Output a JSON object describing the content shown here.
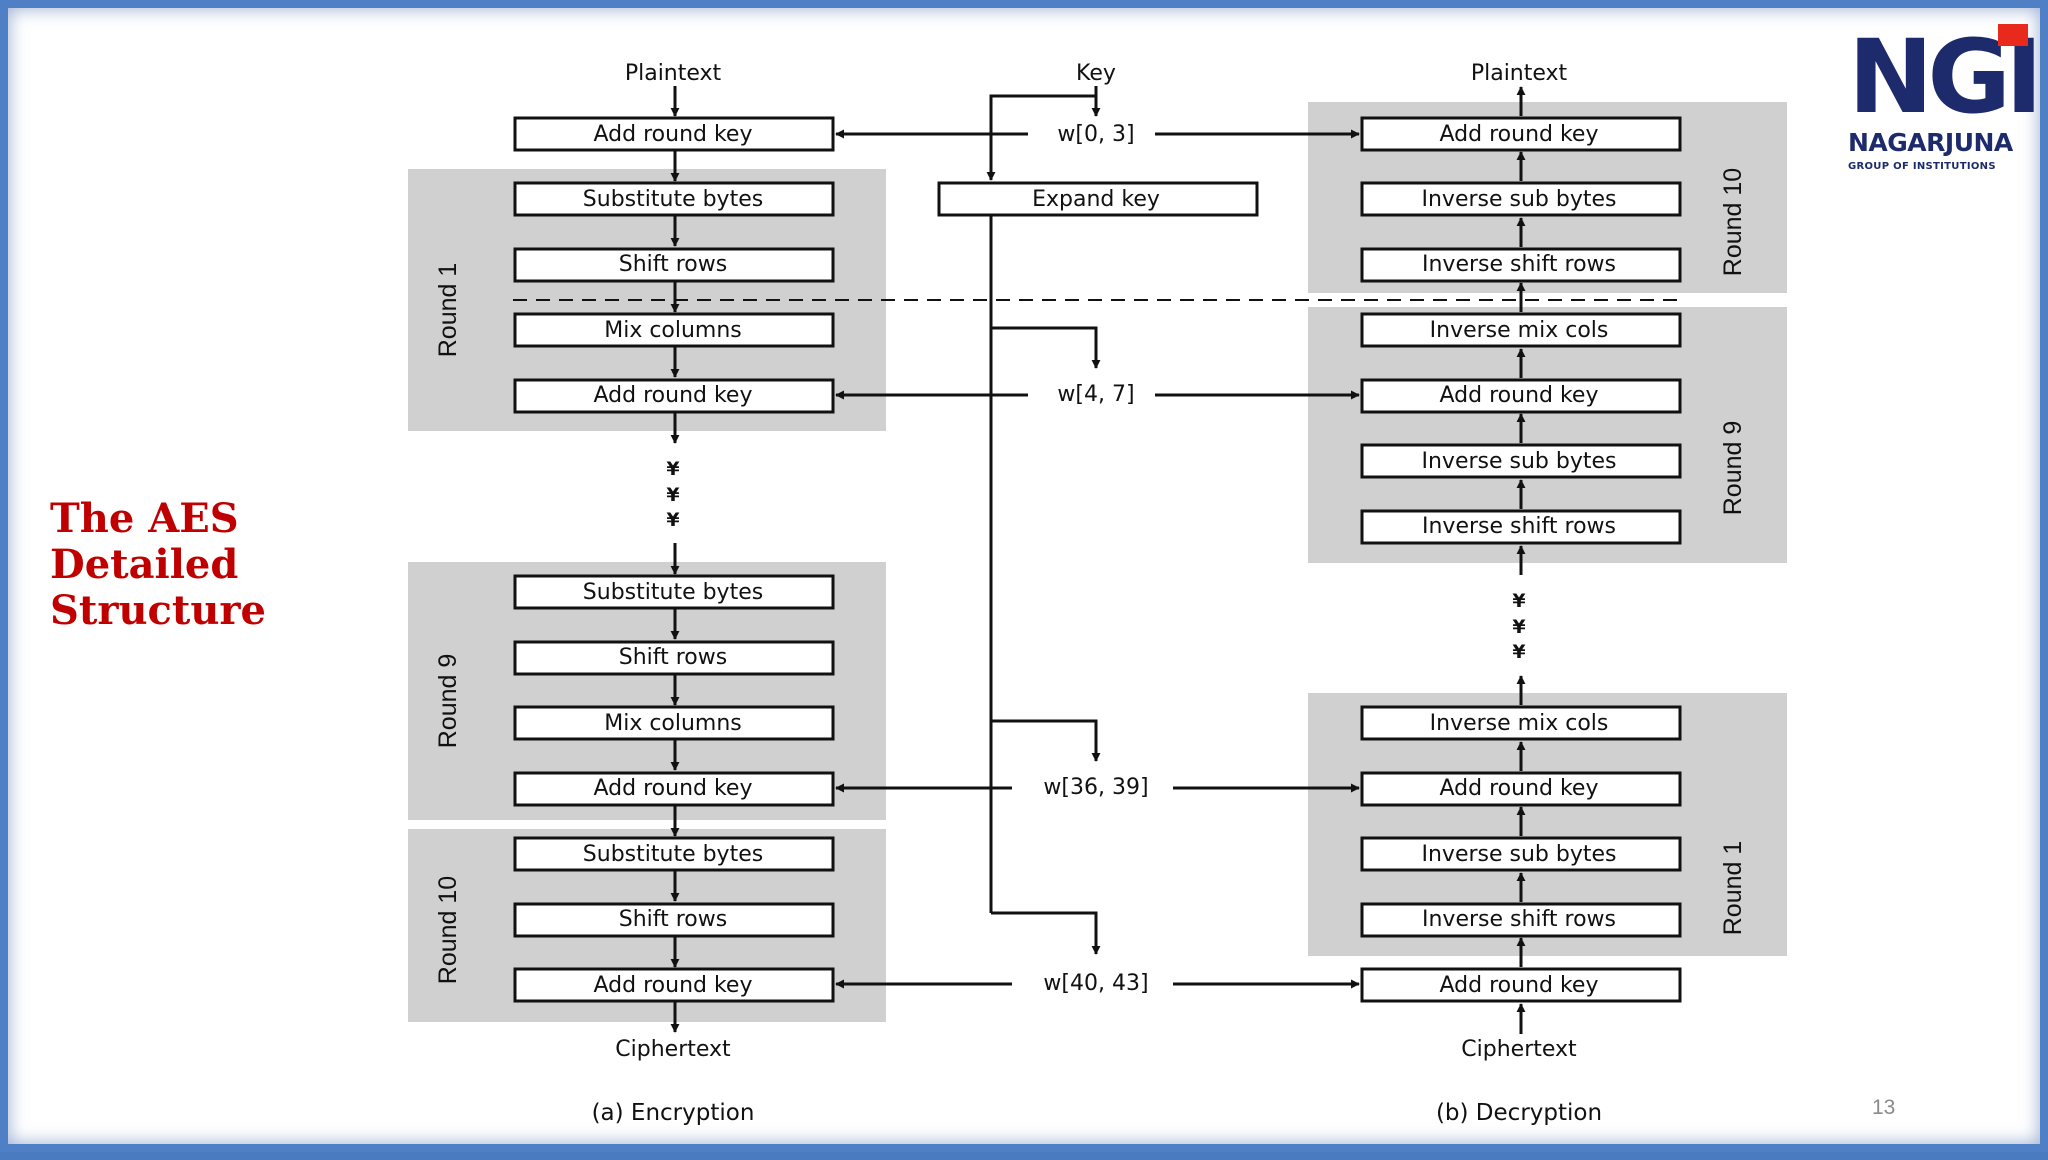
{
  "slide": {
    "title_lines": [
      "The AES",
      "Detailed",
      "Structure"
    ],
    "page_number": "13",
    "logo": {
      "mark": "NGI",
      "name": "NAGARJUNA",
      "subtitle": "GROUP OF INSTITUTIONS"
    }
  },
  "diagram": {
    "encryption": {
      "input": "Plaintext",
      "output": "Ciphertext",
      "caption": "(a) Encryption",
      "initial_step": "Add round key",
      "rounds": [
        {
          "label": "Round 1",
          "steps": [
            "Substitute bytes",
            "Shift rows",
            "Mix columns",
            "Add round key"
          ]
        },
        {
          "label": "Round 9",
          "steps": [
            "Substitute bytes",
            "Shift rows",
            "Mix columns",
            "Add round key"
          ]
        },
        {
          "label": "Round 10",
          "steps": [
            "Substitute bytes",
            "Shift rows",
            "Add round key"
          ]
        }
      ]
    },
    "key_schedule": {
      "input": "Key",
      "expand": "Expand key",
      "words": [
        "w[0, 3]",
        "w[4, 7]",
        "w[36, 39]",
        "w[40, 43]"
      ]
    },
    "decryption": {
      "output": "Plaintext",
      "input": "Ciphertext",
      "caption": "(b) Decryption",
      "final_step": "Add round key",
      "rounds": [
        {
          "label": "Round 10",
          "steps": [
            "Add round key",
            "Inverse sub bytes",
            "Inverse shift rows"
          ]
        },
        {
          "label": "Round 9",
          "steps": [
            "Inverse mix cols",
            "Add round key",
            "Inverse sub bytes",
            "Inverse shift rows"
          ]
        },
        {
          "label": "Round 1",
          "steps": [
            "Inverse mix cols",
            "Add round key",
            "Inverse sub bytes",
            "Inverse shift rows"
          ]
        }
      ]
    },
    "ellipsis_glyph": "¥"
  }
}
